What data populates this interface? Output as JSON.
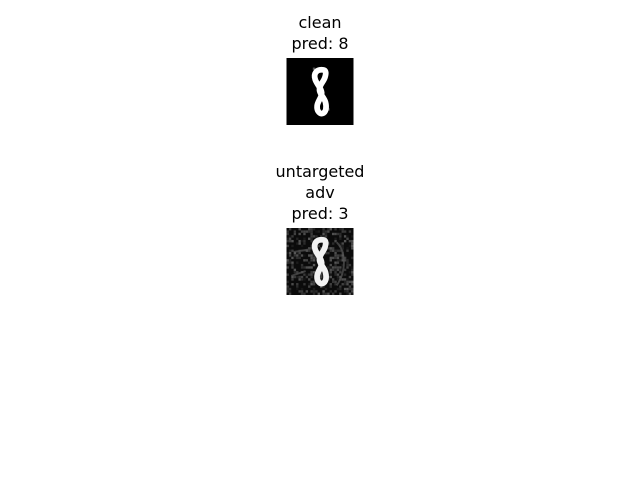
{
  "figure": {
    "panels": [
      {
        "title_lines": [
          "clean",
          "pred: 8"
        ],
        "image": {
          "subject": "handwritten digit 8",
          "style": "white stroke on black"
        }
      },
      {
        "title_lines": [
          "untargeted",
          "adv",
          "pred: 3"
        ],
        "image": {
          "subject": "handwritten digit 8 with adversarial noise",
          "style": "white stroke on dark noisy background"
        }
      }
    ],
    "colors": {
      "background": "#ffffff",
      "image_bg": "#000000",
      "stroke": "#ffffff"
    }
  }
}
